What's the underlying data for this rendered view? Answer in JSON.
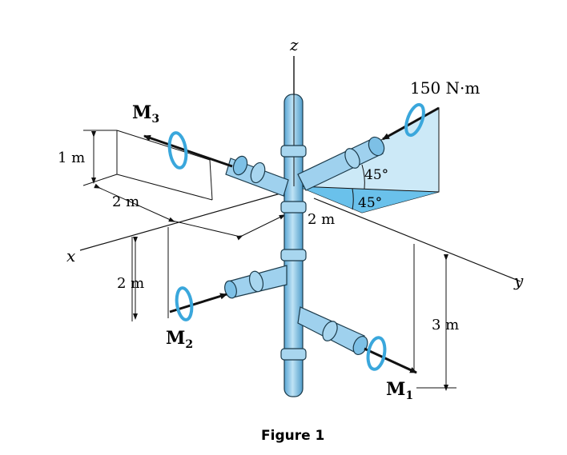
{
  "figure": {
    "caption": "Figure 1",
    "axes": {
      "x": "x",
      "y": "y",
      "z": "z"
    },
    "moments": {
      "m1": {
        "symbol": "M",
        "subscript": "1"
      },
      "m2": {
        "symbol": "M",
        "subscript": "2"
      },
      "m3": {
        "symbol": "M",
        "subscript": "3"
      },
      "applied": "150 N·m"
    },
    "angles": {
      "upper": "45°",
      "lower": "45°"
    },
    "dimensions": {
      "height_top": "1 m",
      "depth_top": "2 m",
      "side_mid": "2 m",
      "side_left": "2 m",
      "height_right": "3 m"
    },
    "colors": {
      "pipe": "#8ec6e6",
      "pipe_shade": "#5aa6d4",
      "moment_curl": "#3aa7dc",
      "plane_fill": "#c8e8f7",
      "angle_fill": "#4fb3e6",
      "line": "#111111"
    }
  }
}
